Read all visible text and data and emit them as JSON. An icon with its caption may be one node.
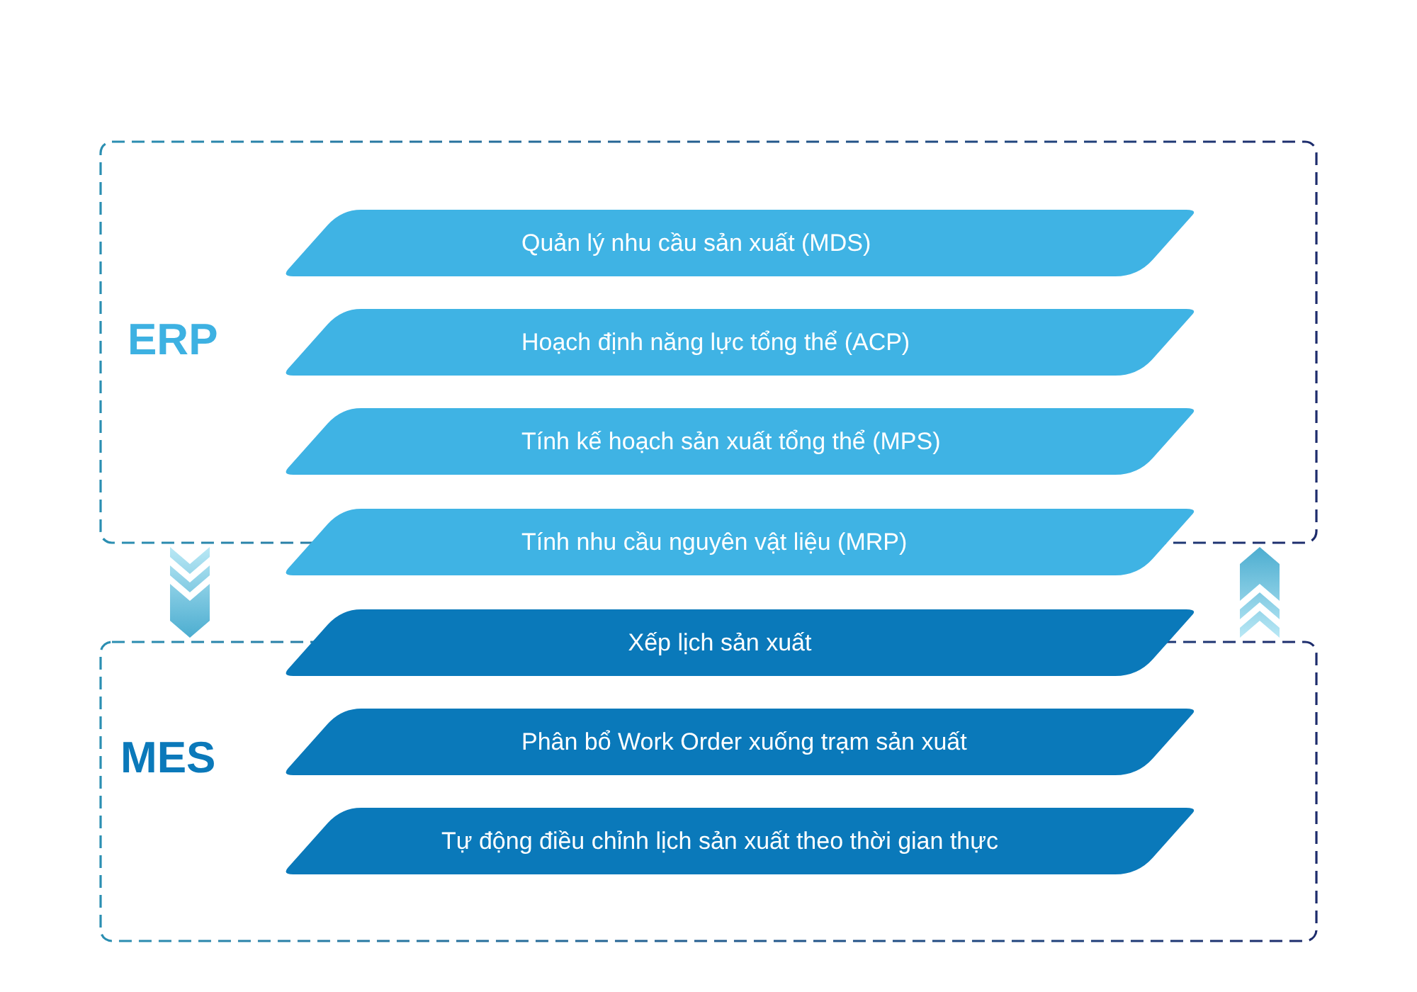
{
  "diagram": {
    "nodes": [
      {
        "text": [
          "ERP"
        ]
      },
      {
        "text": [
          "Quản lý nhu cầu sản xuất (MDS)"
        ],
        "in": 0
      },
      {
        "text": [
          "Hoạch định năng lực tổng thể (ACP)"
        ],
        "in": 0
      },
      {
        "text": [
          "Tính kế hoạch sản xuất tổng thể (MPS)"
        ],
        "in": 0
      },
      {
        "text": [
          "Tính nhu cầu nguyên vật liệu (MRP)"
        ]
      },
      {
        "text": [
          "MES"
        ]
      },
      {
        "text": [
          "Xếp lịch sản xuất"
        ]
      },
      {
        "text": [
          "Phân bổ Work Order xuống trạm sản xuất"
        ],
        "in": 5
      },
      {
        "text": [
          "Tự động điều chỉnh lịch sản xuất theo thời gian thực"
        ],
        "in": 5
      }
    ],
    "edges": [
      {
        "from": 0,
        "to": 5,
        "arrow": "to"
      },
      {
        "from": 5,
        "to": 0,
        "arrow": "to"
      }
    ]
  }
}
